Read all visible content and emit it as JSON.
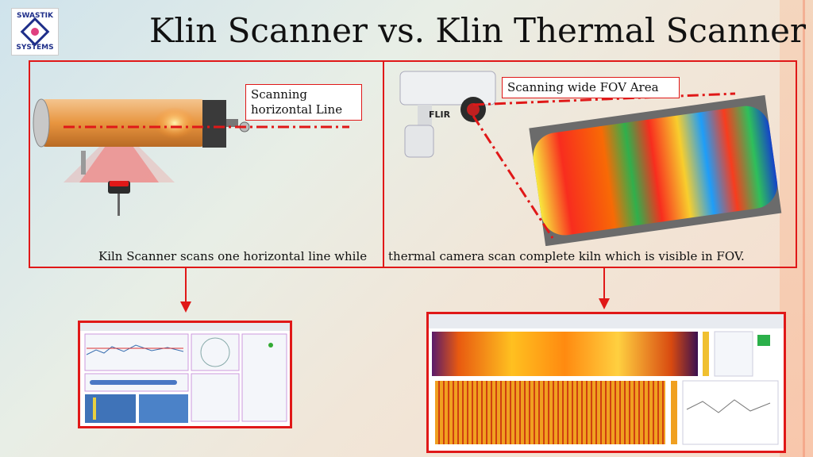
{
  "title": "Klin Scanner vs. Klin Thermal Scanner",
  "logo": {
    "line1": "SWASTIK",
    "line2": "SYSTEMS"
  },
  "left_panel": {
    "callout": "Scanning horizontal Line",
    "caption": "Kiln Scanner scans one horizontal line while"
  },
  "right_panel": {
    "callout": "Scanning wide FOV Area",
    "camera_brand": "FLIR",
    "caption": "thermal camera scan complete kiln which is visible in FOV."
  },
  "colors": {
    "accent_red": "#e01818",
    "logo_blue": "#1f2f8a"
  }
}
